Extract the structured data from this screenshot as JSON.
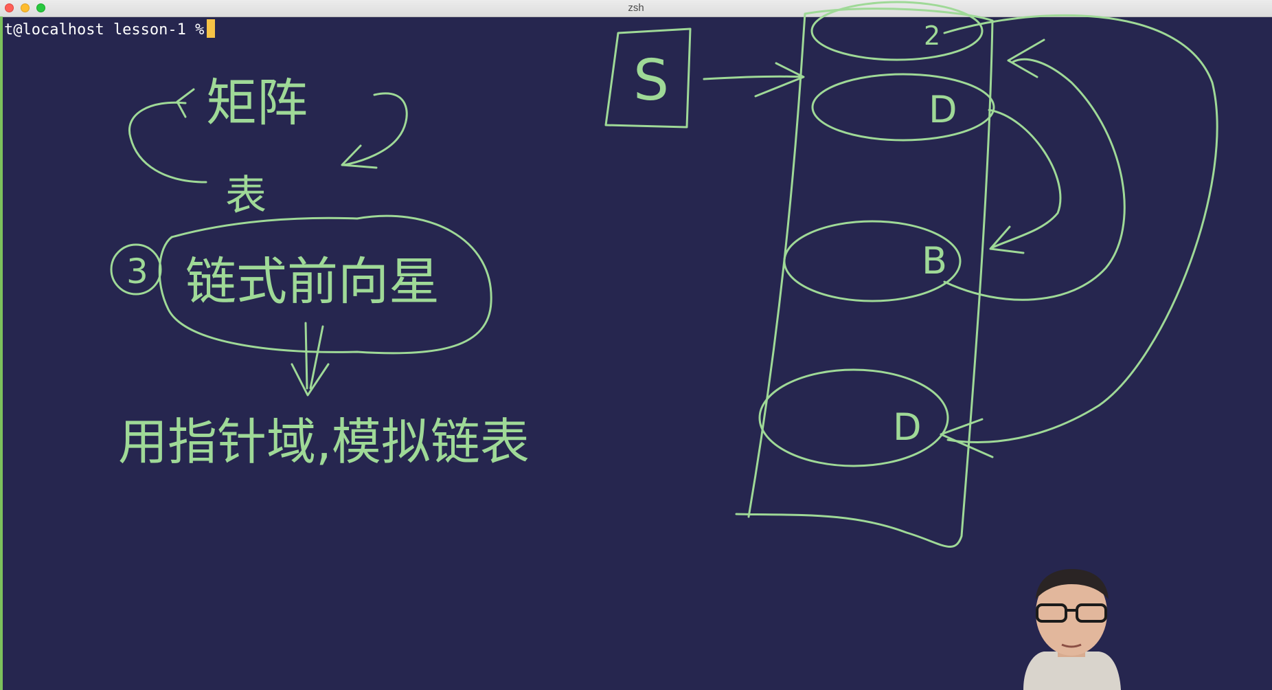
{
  "window": {
    "title": "zsh"
  },
  "terminal": {
    "prompt": "t@localhost lesson-1 %"
  },
  "whiteboard": {
    "left_notes": {
      "line1": "矩阵",
      "line2": "表",
      "item_number": "3",
      "item_text": "链式前向星",
      "conclusion": "用指针域,模拟链表"
    },
    "diagram": {
      "source_label": "S",
      "node_labels": [
        "2",
        "D",
        "B",
        "D"
      ]
    },
    "ink_color": "#9fd997",
    "background_color": "#26264f"
  }
}
